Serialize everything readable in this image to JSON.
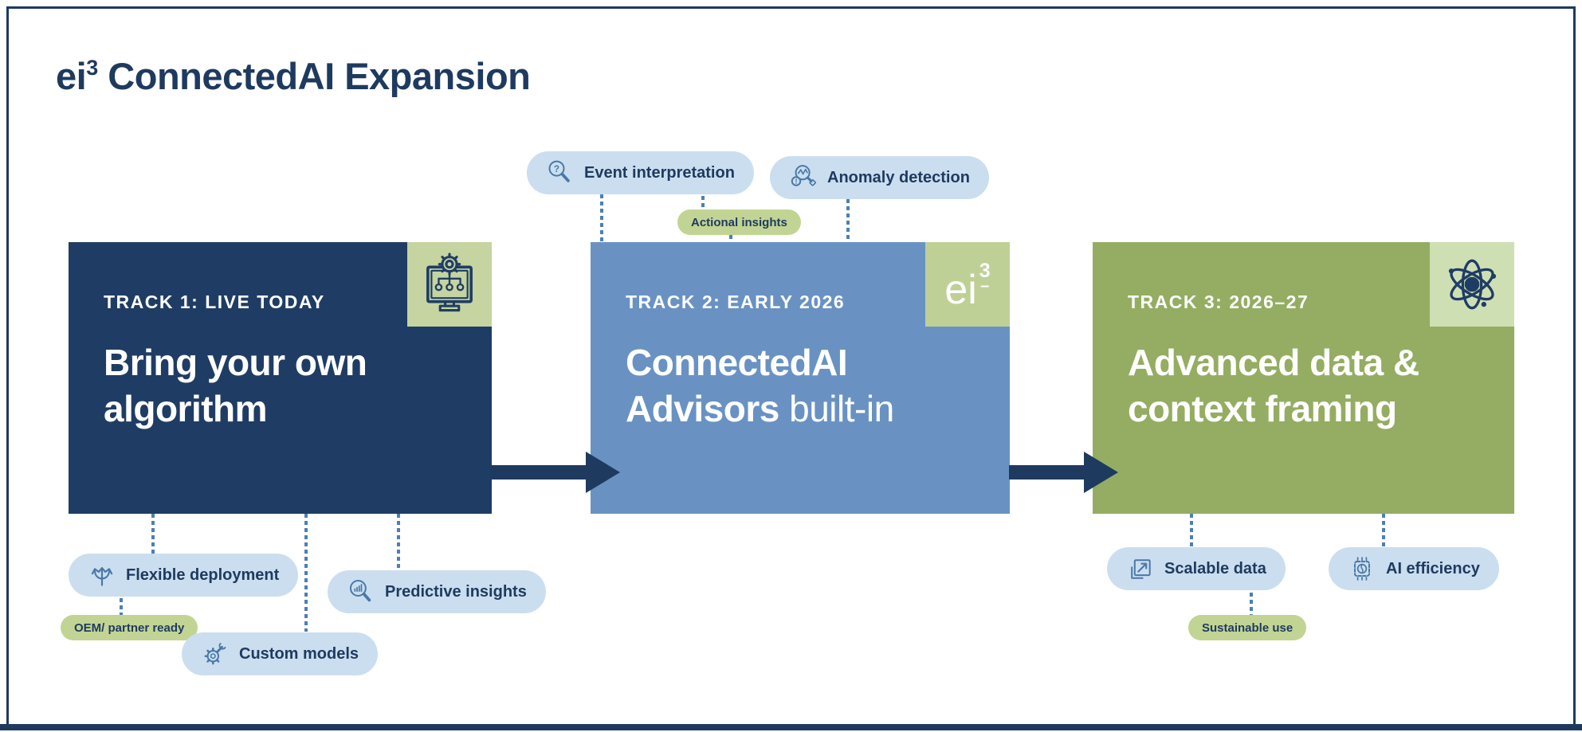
{
  "title": {
    "base": "ei",
    "sup": "3",
    "rest": " ConnectedAI Expansion"
  },
  "tracks": {
    "t1": {
      "label": "TRACK 1: LIVE TODAY",
      "headline_line1": "Bring your own",
      "headline_line2": "algorithm",
      "icon": "monitor-gear-icon"
    },
    "t2": {
      "label": "TRACK 2: EARLY 2026",
      "headline_line1": "ConnectedAI",
      "headline_line2_bold": "Advisors",
      "headline_line2_light": " built-in",
      "logo": {
        "base": "ei",
        "sup": "3",
        "dash": "–"
      }
    },
    "t3": {
      "label": "TRACK 3: 2026–27",
      "headline_line1": "Advanced data &",
      "headline_line2": "context framing",
      "icon": "atom-icon"
    }
  },
  "pills": {
    "event": {
      "label": "Event interpretation",
      "icon": "magnifier-question-icon"
    },
    "anomaly": {
      "label": "Anomaly detection",
      "icon": "magnifier-anomaly-icon"
    },
    "actional": {
      "label": "Actional insights"
    },
    "flexible": {
      "label": "Flexible deployment",
      "icon": "branch-arrows-icon"
    },
    "oem": {
      "label": "OEM/ partner ready"
    },
    "custom": {
      "label": "Custom models",
      "icon": "gear-wrench-icon"
    },
    "predictive": {
      "label": "Predictive insights",
      "icon": "magnifier-bars-icon"
    },
    "scalable": {
      "label": "Scalable data",
      "icon": "scale-square-icon"
    },
    "ai": {
      "label": "AI efficiency",
      "icon": "chip-icon"
    },
    "sustainable": {
      "label": "Sustainable use"
    }
  },
  "glyphs": {
    "question": "?",
    "exclamation": "!"
  },
  "colors": {
    "navy": "#1f3d64",
    "track2_blue": "#6992c3",
    "track3_green": "#94ad62",
    "pill_blue": "#cbdeef",
    "pill_green": "#c2d494",
    "icon_square_green": "#c5d4a0",
    "icon_square_light_green": "#cfdfb4",
    "connector_blue": "#4d7fb5",
    "icon_stroke": "#4a78a8",
    "text_navy": "#1e3a5f"
  }
}
